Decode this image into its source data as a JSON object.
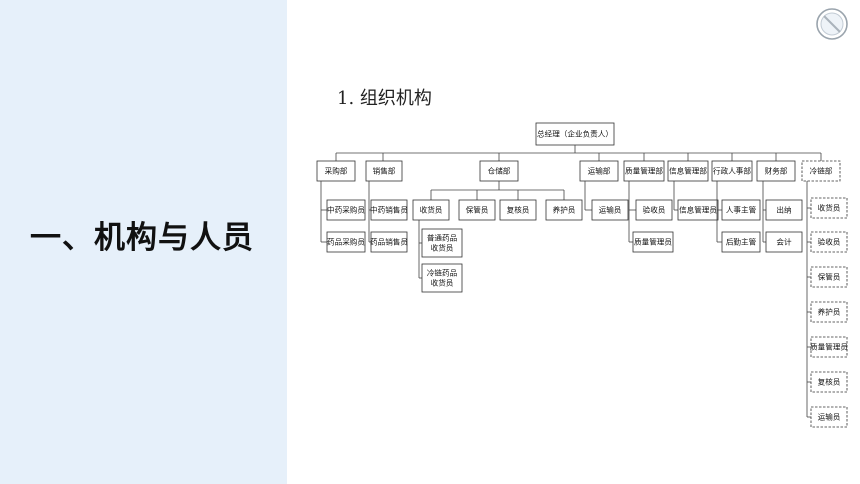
{
  "left": {
    "section_title": "一、机构与人员"
  },
  "main": {
    "subtitle": "1. 组织机构"
  },
  "icon": {
    "name": "circle-slash-icon"
  },
  "org": {
    "root": "总经理（企业负责人）",
    "departments": [
      {
        "label": "采购部",
        "children": [
          "中药采购员",
          "药品采购员"
        ]
      },
      {
        "label": "销售部",
        "children": [
          "中药销售员",
          "药品销售员"
        ]
      },
      {
        "label": "仓储部",
        "children": [
          "收货员",
          "保管员",
          "复核员",
          "养护员"
        ],
        "sub": [
          "普通药品\n收货员",
          "冷链药品\n收货员"
        ]
      },
      {
        "label": "运输部",
        "children": [
          "运输员"
        ]
      },
      {
        "label": "质量管理部",
        "children": [
          "验收员",
          "质量管理员"
        ]
      },
      {
        "label": "信息管理部",
        "children": [
          "信息管理员"
        ]
      },
      {
        "label": "行政人事部",
        "children": [
          "人事主管",
          "后勤主管"
        ]
      },
      {
        "label": "财务部",
        "children": [
          "出纳",
          "会计"
        ]
      },
      {
        "label": "冷链部",
        "children": [
          "收货员",
          "验收员",
          "保管员",
          "养护员",
          "质量管理员",
          "复核员",
          "运输员"
        ]
      }
    ]
  }
}
